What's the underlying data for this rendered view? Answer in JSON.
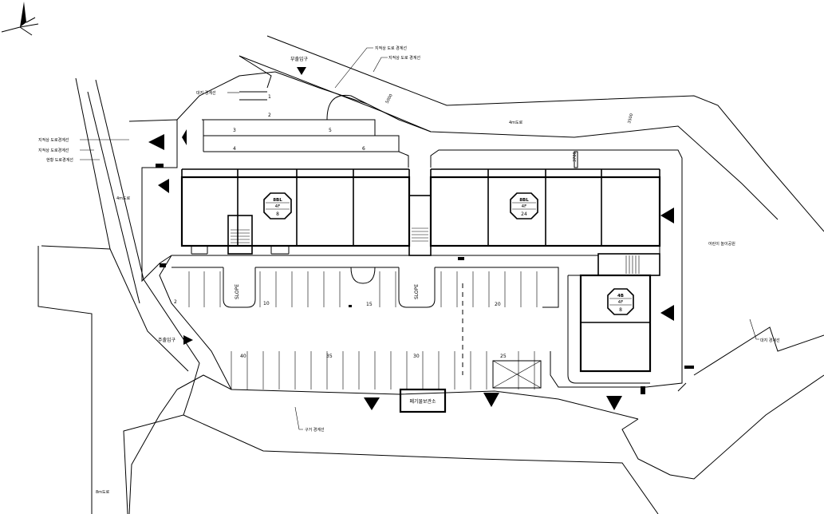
{
  "labels": {
    "entrance_top": "부출입구",
    "entrance_left": "주출입구",
    "boundary_top_1": "지적상 도로 경계선",
    "boundary_top_2": "지적상 도로 경계선",
    "boundary_left_1": "지적상 도로경계선",
    "boundary_left_2": "지적상 도로경계선",
    "boundary_left_3": "현황 도로경계선",
    "site_boundary_top": "대지 경계선",
    "site_boundary_right": "대지 경계선",
    "road_boundary_bottom": "구거 경계선",
    "road_top": "4m도로",
    "road_left": "4m도로",
    "road_bottom": "8m도로",
    "children_playground": "어린이 놀이공원",
    "waste_storage": "폐기물보관소",
    "dim_1": "5000",
    "dim_2": "3500",
    "dim_3": "3700",
    "slope_1": "SLOPE",
    "slope_2": "SLOPE"
  },
  "parking_numbers_top": [
    "1",
    "2",
    "3",
    "4",
    "5",
    "6"
  ],
  "parking_numbers_lot": [
    "2",
    "10",
    "15",
    "20",
    "40",
    "35",
    "30",
    "25"
  ],
  "building_tags": [
    {
      "line1": "8BL",
      "line2": "4F",
      "line3": "8"
    },
    {
      "line1": "8BL",
      "line2": "4F",
      "line3": "24"
    },
    {
      "line1": "4B",
      "line2": "4F",
      "line3": "8"
    }
  ],
  "north_arrow": "north-arrow-icon"
}
